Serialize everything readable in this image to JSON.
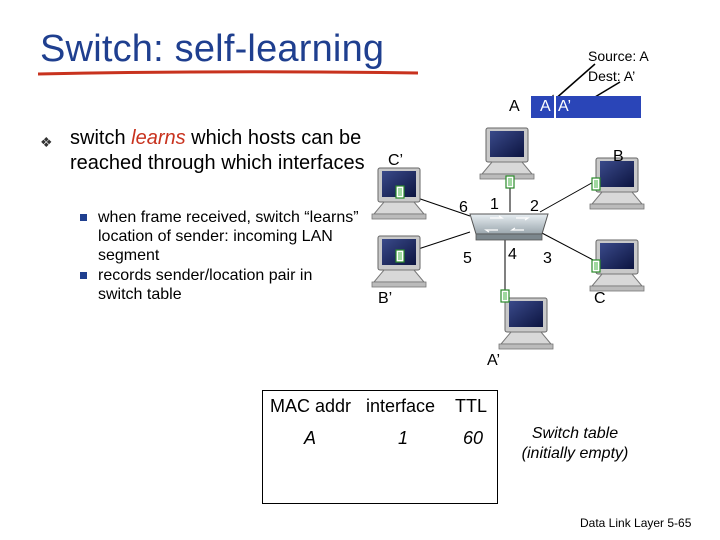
{
  "title": "Switch: self-learning",
  "source_label": "Source: A",
  "dest_label": "Dest: A’",
  "frame": {
    "sender": "A",
    "field1": "A",
    "field2": "A’"
  },
  "bullet": {
    "pre": "switch ",
    "em": "learns",
    "post": " which hosts can be reached through which interfaces"
  },
  "sub_bullets": [
    "when frame received, switch “learns” location of sender: incoming LAN segment",
    "records sender/location pair in switch table"
  ],
  "hosts": {
    "c_prime": "C’",
    "b": "B",
    "b_prime": "B’",
    "c": "C",
    "a_prime": "A’"
  },
  "ports": [
    "1",
    "2",
    "3",
    "4",
    "5",
    "6"
  ],
  "table": {
    "headers": [
      "MAC addr",
      "interface",
      "TTL"
    ],
    "row": {
      "mac": "A",
      "interface": "1",
      "ttl": "60"
    }
  },
  "caption": "Switch table (initially empty)",
  "footer": "Data Link Layer 5-65",
  "colors": {
    "title": "#1f3f8f",
    "underline": "#c8321e",
    "emphasis": "#c8321e",
    "frame": "#2a45b8"
  }
}
